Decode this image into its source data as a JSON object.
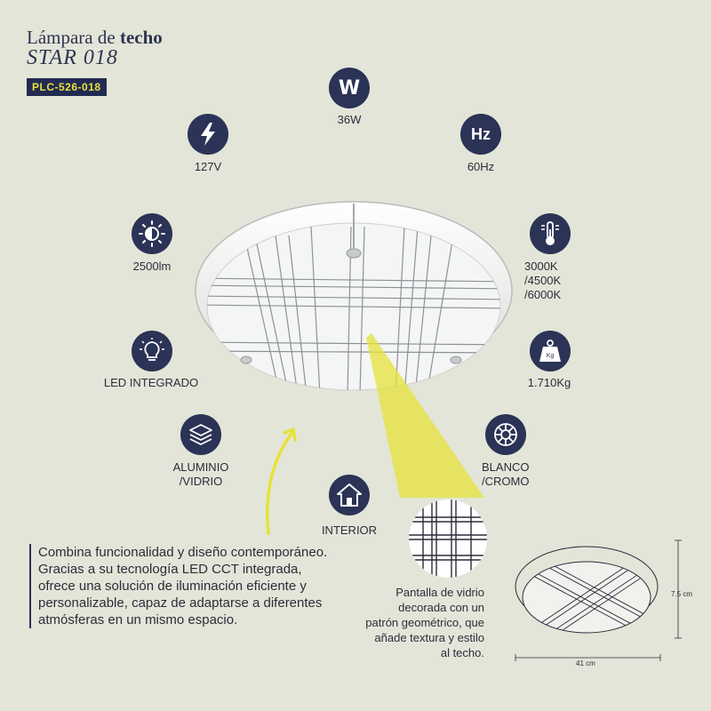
{
  "header": {
    "title_word1": "Lámpara de",
    "title_word2": "techo",
    "model": "STAR 018",
    "code": "PLC-526-018"
  },
  "specs": {
    "power": {
      "icon": "watt-icon",
      "glyph": "W",
      "label": "36W"
    },
    "voltage": {
      "icon": "lightning-bolt-icon",
      "label": "127V"
    },
    "frequency": {
      "icon": "hertz-icon",
      "glyph": "Hz",
      "label": "60Hz"
    },
    "lumens": {
      "icon": "brightness-icon",
      "label": "2500lm"
    },
    "color_temp": {
      "icon": "thermometer-icon",
      "label_line1": "3000K",
      "label_line2": "/4500K",
      "label_line3": "/6000K"
    },
    "led": {
      "icon": "light-bulb-icon",
      "label": "LED INTEGRADO"
    },
    "weight": {
      "icon": "weight-icon",
      "glyph": "Kg",
      "label": "1.710Kg"
    },
    "material": {
      "icon": "layers-icon",
      "label_line1": "ALUMINIO",
      "label_line2": "/VIDRIO"
    },
    "finish": {
      "icon": "finish-icon",
      "label_line1": "BLANCO",
      "label_line2": "/CROMO"
    },
    "usage": {
      "icon": "house-icon",
      "label": "INTERIOR"
    }
  },
  "description": "Combina funcionalidad y diseño contemporáneo. Gracias a su tecnología LED CCT integrada, ofrece una solución de iluminación eficiente y personalizable, capaz de adaptarse a diferentes atmósferas en un mismo espacio.",
  "glass_note": "Pantalla de vidrio decorada con un patrón geométrico, que añade textura y estilo al techo.",
  "dimensions": {
    "width": "41 cm",
    "height": "7.5 cm"
  },
  "colors": {
    "background": "#e3e5d8",
    "navy": "#2b3356",
    "accent_yellow": "#e6e23a"
  }
}
